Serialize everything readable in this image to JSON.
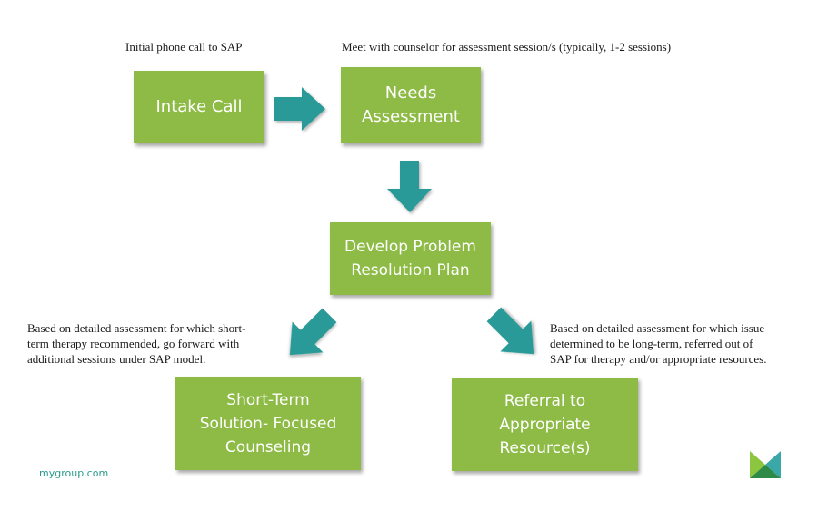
{
  "diagram": {
    "nodes": [
      {
        "id": "intake-call",
        "label": "Intake Call",
        "note": "Initial phone call to SAP"
      },
      {
        "id": "needs-assessment",
        "label_lines": [
          "Needs",
          "Assessment"
        ],
        "note": "Meet with counselor for assessment session/s (typically, 1-2 sessions)"
      },
      {
        "id": "develop-plan",
        "label_lines": [
          "Develop Problem",
          "Resolution Plan"
        ]
      },
      {
        "id": "short-term",
        "label_lines": [
          "Short-Term",
          "Solution- Focused",
          "Counseling"
        ],
        "note_lines": [
          "Based on detailed assessment for which short-",
          "term therapy recommended, go forward with",
          "additional sessions under SAP model."
        ]
      },
      {
        "id": "referral",
        "label_lines": [
          "Referral to",
          "Appropriate",
          "Resource(s)"
        ],
        "note_lines": [
          "Based on detailed assessment for which issue",
          "determined to be long-term, referred out of",
          "SAP for therapy and/or appropriate resources."
        ]
      }
    ],
    "edges": [
      {
        "from": "intake-call",
        "to": "needs-assessment",
        "direction": "right"
      },
      {
        "from": "needs-assessment",
        "to": "develop-plan",
        "direction": "down"
      },
      {
        "from": "develop-plan",
        "to": "short-term",
        "direction": "down-left"
      },
      {
        "from": "develop-plan",
        "to": "referral",
        "direction": "down-right"
      }
    ]
  },
  "footer": {
    "site": "mygroup.com",
    "logo": "mygroup-logo"
  },
  "colors": {
    "box": "#8dbb45",
    "arrow": "#2a9a98",
    "text": "#ffffff",
    "footer_text": "#2a9a8e",
    "logo_light_green": "#8cc63f",
    "logo_teal": "#3aa7a8",
    "logo_dark_green": "#2e8b47"
  }
}
